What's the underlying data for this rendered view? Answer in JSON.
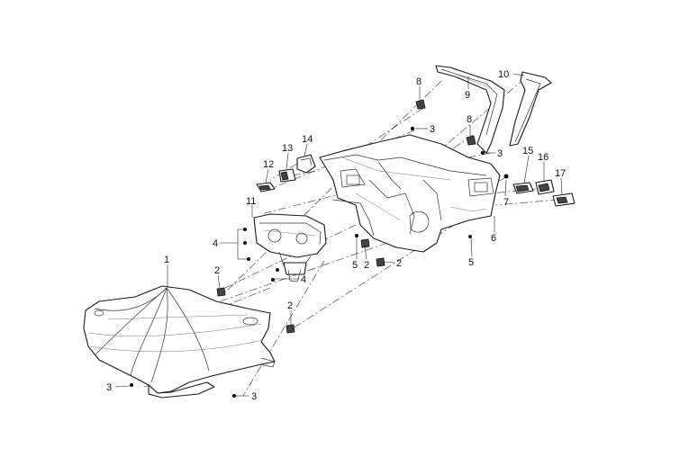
{
  "callouts": [
    {
      "id": "c1",
      "text": "1"
    },
    {
      "id": "c2a",
      "text": "2"
    },
    {
      "id": "c2b",
      "text": "2"
    },
    {
      "id": "c2c",
      "text": "2"
    },
    {
      "id": "c2d",
      "text": "2"
    },
    {
      "id": "c3a",
      "text": "3"
    },
    {
      "id": "c3b",
      "text": "3"
    },
    {
      "id": "c3c",
      "text": "3"
    },
    {
      "id": "c3d",
      "text": "3"
    },
    {
      "id": "c4a",
      "text": "4"
    },
    {
      "id": "c4b",
      "text": "4"
    },
    {
      "id": "c5a",
      "text": "5"
    },
    {
      "id": "c5b",
      "text": "5"
    },
    {
      "id": "c6",
      "text": "6"
    },
    {
      "id": "c7",
      "text": "7"
    },
    {
      "id": "c8a",
      "text": "8"
    },
    {
      "id": "c8b",
      "text": "8"
    },
    {
      "id": "c9",
      "text": "9"
    },
    {
      "id": "c10",
      "text": "10"
    },
    {
      "id": "c11",
      "text": "11"
    },
    {
      "id": "c12",
      "text": "12"
    },
    {
      "id": "c13",
      "text": "13"
    },
    {
      "id": "c14",
      "text": "14"
    },
    {
      "id": "c15",
      "text": "15"
    },
    {
      "id": "c16",
      "text": "16"
    },
    {
      "id": "c17",
      "text": "17"
    }
  ]
}
